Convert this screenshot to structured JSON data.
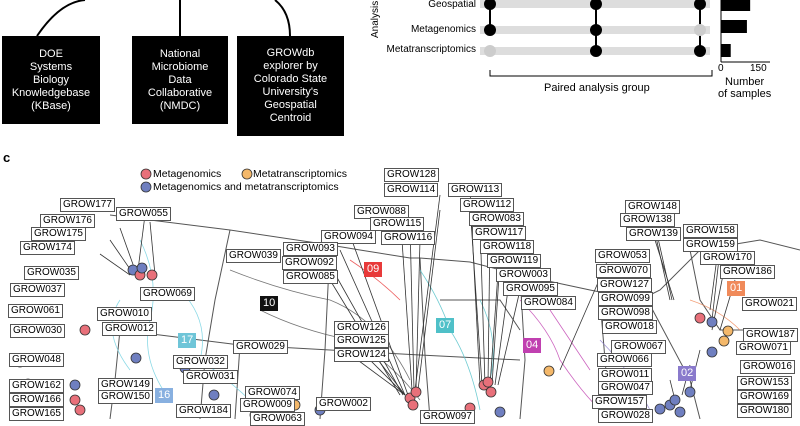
{
  "top": {
    "nodes": [
      {
        "id": "kbase",
        "text": "DOE\nSystems\nBiology\nKnowledgebase\n(KBase)"
      },
      {
        "id": "nmdc",
        "text": "National\nMicrobiome\nData\nCollaborative\n(NMDC)"
      },
      {
        "id": "growdb",
        "text": "GROWdb\nexplorer by\nColorado State\nUniversity's\nGeospatial\nCentroid"
      }
    ],
    "upset": {
      "axis_title_partial": "Analysis",
      "rows": [
        "Geospatial",
        "Metagenomics",
        "Metatranscriptomics"
      ],
      "group_label": "Paired analysis group",
      "xlabel": "Number\nof samples",
      "ticks": [
        "0",
        "150"
      ],
      "bar_values": [
        135,
        120,
        45
      ]
    }
  },
  "panel_c": {
    "letter": "c",
    "legend": [
      {
        "label": "Metagenomics",
        "color": "#e8707a"
      },
      {
        "label": "Metatranscriptomics",
        "color": "#f4b86a"
      },
      {
        "label": "Metagenomics and metatranscriptomics",
        "color": "#6f7fc0"
      }
    ],
    "regions": [
      {
        "code": "09",
        "color": "#e83a3a"
      },
      {
        "code": "10",
        "color": "#111111"
      },
      {
        "code": "07",
        "color": "#4fc0c8"
      },
      {
        "code": "17",
        "color": "#6fc5d8"
      },
      {
        "code": "04",
        "color": "#c040b0"
      },
      {
        "code": "01",
        "color": "#f08a5a"
      },
      {
        "code": "16",
        "color": "#88b0e0"
      },
      {
        "code": "02",
        "color": "#8a7acc"
      }
    ],
    "site_labels": [
      "GROW177",
      "GROW176",
      "GROW175",
      "GROW174",
      "GROW035",
      "GROW037",
      "GROW061",
      "GROW030",
      "GROW048",
      "GROW162",
      "GROW166",
      "GROW165",
      "GROW055",
      "GROW069",
      "GROW010",
      "GROW012",
      "GROW149",
      "GROW150",
      "GROW032",
      "GROW031",
      "GROW184",
      "GROW029",
      "GROW074",
      "GROW009",
      "GROW002",
      "GROW063",
      "GROW039",
      "GROW094",
      "GROW093",
      "GROW092",
      "GROW085",
      "GROW088",
      "GROW115",
      "GROW116",
      "GROW126",
      "GROW125",
      "GROW124",
      "GROW097",
      "GROW128",
      "GROW114",
      "GROW113",
      "GROW112",
      "GROW083",
      "GROW117",
      "GROW118",
      "GROW119",
      "GROW003",
      "GROW095",
      "GROW084",
      "GROW053",
      "GROW070",
      "GROW127",
      "GROW099",
      "GROW098",
      "GROW018",
      "GROW148",
      "GROW138",
      "GROW139",
      "GROW158",
      "GROW159",
      "GROW170",
      "GROW186",
      "GROW021",
      "GROW187",
      "GROW071",
      "GROW016",
      "GROW067",
      "GROW066",
      "GROW011",
      "GROW047",
      "GROW157",
      "GROW028",
      "GROW153",
      "GROW169",
      "GROW180"
    ]
  }
}
